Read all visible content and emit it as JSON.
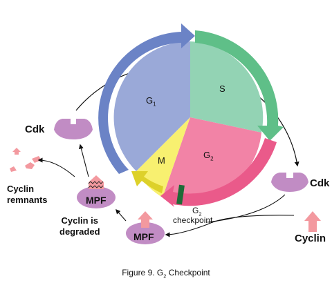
{
  "phases": {
    "g1": "G",
    "g1_sub": "1",
    "s": "S",
    "g2": "G",
    "g2_sub": "2",
    "m": "M"
  },
  "labels": {
    "cdk_left": "Cdk",
    "cdk_right": "Cdk",
    "cyclin": "Cyclin",
    "cyclin_remnants_1": "Cyclin",
    "cyclin_remnants_2": "remnants",
    "mpf_top": "MPF",
    "mpf_bottom": "MPF",
    "cyclin_degraded_1": "Cyclin is",
    "cyclin_degraded_2": "degraded",
    "checkpoint_g": "G",
    "checkpoint_sub": "2",
    "checkpoint_word": "checkpoint"
  },
  "caption": {
    "prefix": "Figure 9. G",
    "sub": "2",
    "suffix": " Checkpoint"
  },
  "colors": {
    "g1": "#9aa9d8",
    "g1_arrow": "#6b83c6",
    "s": "#93d3b4",
    "s_arrow": "#5fbf88",
    "g2": "#f283a6",
    "g2_arrow": "#ea5a8a",
    "m": "#f8f070",
    "m_arrow": "#ddd12a",
    "cdk": "#c18cc4",
    "cyclin": "#f3999f",
    "checkpoint_bar": "#1f6b37"
  }
}
